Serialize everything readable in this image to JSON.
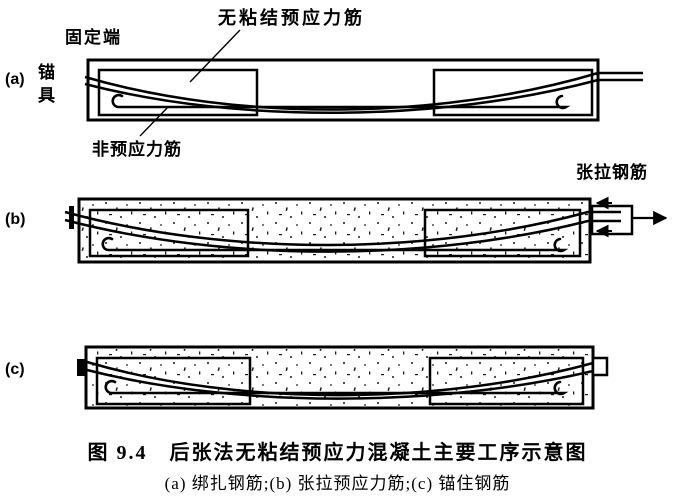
{
  "figure": {
    "labels": {
      "fixed_end": "固定端",
      "unbonded_tendon": "无粘结预应力筋",
      "anchorage": "锚具",
      "non_prestressed_bar": "非预应力筋",
      "tensioning_bar": "张拉钢筋",
      "stage_a": "(a)",
      "stage_b": "(b)",
      "stage_c": "(c)"
    },
    "caption": {
      "title": "图 9.4　后张法无粘结预应力混凝土主要工序示意图",
      "subtitle": "(a) 绑扎钢筋;(b) 张拉预应力筋;(c) 锚住钢筋"
    },
    "colors": {
      "ink": "#000000",
      "background": "#ffffff"
    }
  }
}
